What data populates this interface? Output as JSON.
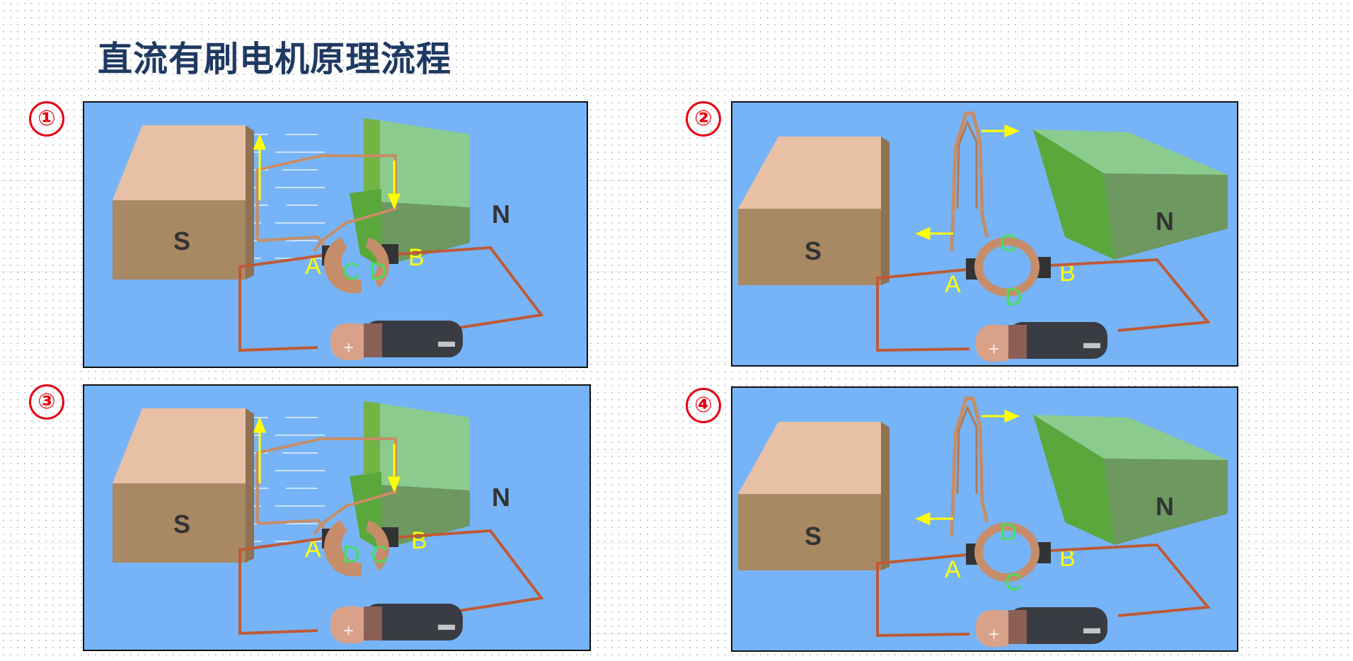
{
  "title": "直流有刷电机原理流程",
  "colors": {
    "title": "#1f3a62",
    "step_number": "#e60012",
    "panel_background": "#76b4f7",
    "brush_label": "#ffff00",
    "commutator_label": "#45e05a"
  },
  "panels": [
    {
      "step": "①",
      "magnet_s": "S",
      "magnet_n": "N",
      "brush_left": "A",
      "brush_right": "B",
      "segment_left": "C",
      "segment_right": "D",
      "coil_orientation": "horizontal"
    },
    {
      "step": "②",
      "magnet_s": "S",
      "magnet_n": "N",
      "brush_left": "A",
      "brush_right": "B",
      "segment_top": "C",
      "segment_bottom": "D",
      "coil_orientation": "vertical"
    },
    {
      "step": "③",
      "magnet_s": "S",
      "magnet_n": "N",
      "brush_left": "A",
      "brush_right": "B",
      "segment_left": "D",
      "segment_right": "C",
      "coil_orientation": "horizontal"
    },
    {
      "step": "④",
      "magnet_s": "S",
      "magnet_n": "N",
      "brush_left": "A",
      "brush_right": "B",
      "segment_top": "D",
      "segment_bottom": "C",
      "coil_orientation": "vertical"
    }
  ]
}
